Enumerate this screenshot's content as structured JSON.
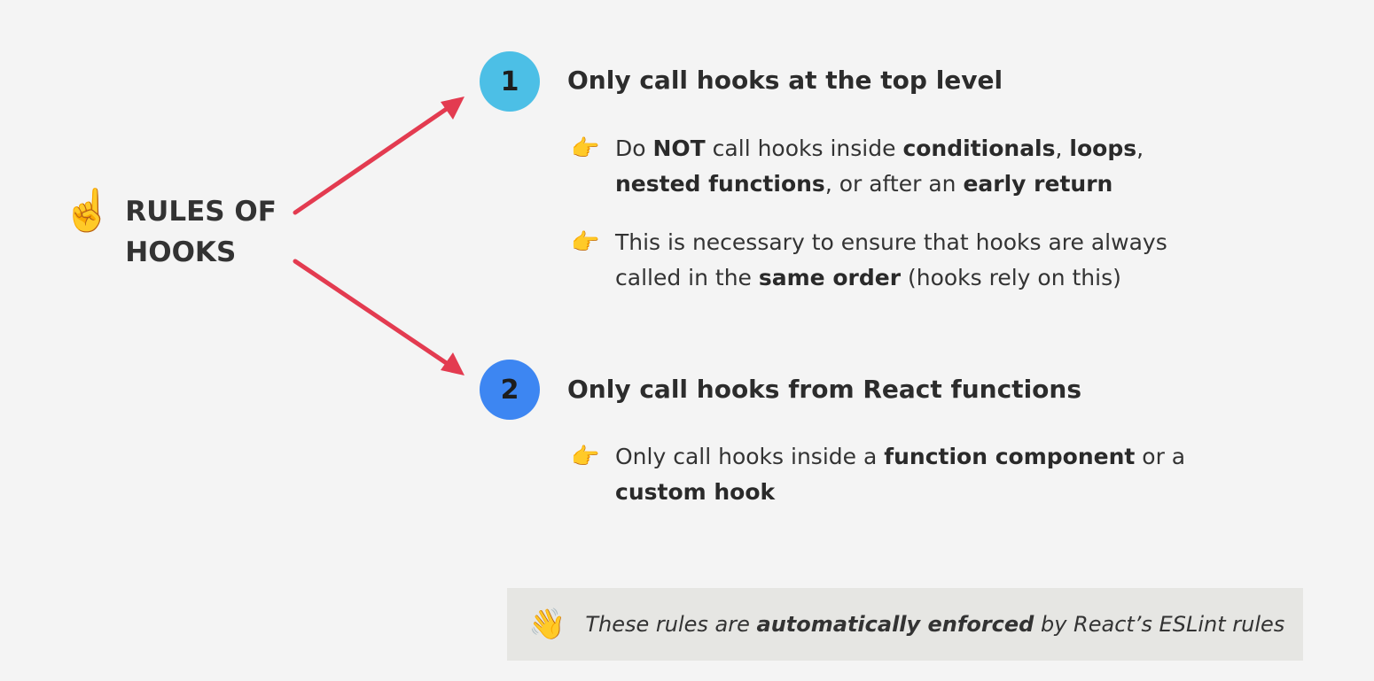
{
  "side": {
    "emoji": "☝️",
    "title_line1": "RULES OF",
    "title_line2": "HOOKS"
  },
  "rules": [
    {
      "number": "1",
      "circle_color": "#4cbfe6",
      "title": "Only call hooks at the top level",
      "bullets": [
        {
          "icon": "👉",
          "parts": [
            {
              "t": "Do "
            },
            {
              "t": "NOT",
              "b": true
            },
            {
              "t": " call hooks inside "
            },
            {
              "t": "conditionals",
              "b": true
            },
            {
              "t": ", "
            },
            {
              "t": "loops",
              "b": true
            },
            {
              "t": ",",
              "br": true
            },
            {
              "t": "nested functions",
              "b": true
            },
            {
              "t": ", or after an "
            },
            {
              "t": "early return",
              "b": true
            }
          ]
        },
        {
          "icon": "👉",
          "parts": [
            {
              "t": "This is necessary to ensure that hooks are always",
              "br": true
            },
            {
              "t": "called in the "
            },
            {
              "t": "same order",
              "b": true
            },
            {
              "t": " (hooks rely on this)"
            }
          ]
        }
      ]
    },
    {
      "number": "2",
      "circle_color": "#3d86f2",
      "title": "Only call hooks from React functions",
      "bullets": [
        {
          "icon": "👉",
          "parts": [
            {
              "t": "Only call hooks inside a "
            },
            {
              "t": "function component",
              "b": true
            },
            {
              "t": " or a",
              "br": true
            },
            {
              "t": "custom hook",
              "b": true
            }
          ]
        }
      ]
    }
  ],
  "arrow_color": "#e33b50",
  "footer": {
    "icon": "👋",
    "parts": [
      {
        "t": "These rules are "
      },
      {
        "t": "automatically enforced",
        "b": true
      },
      {
        "t": " by React’s ESLint rules"
      }
    ]
  }
}
